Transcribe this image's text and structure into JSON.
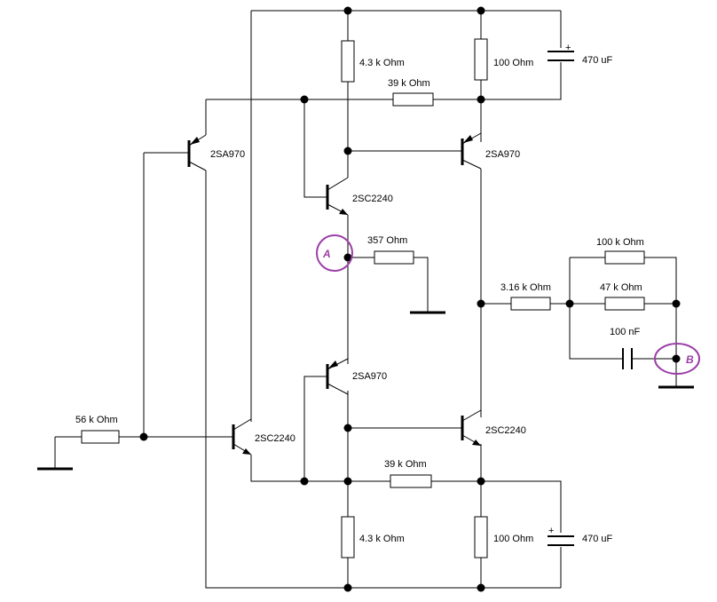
{
  "components": {
    "r_top_left": "4.3 k Ohm",
    "r_top_right": "100  Ohm",
    "c_top": "470 uF",
    "r_top_mid": "39 k Ohm",
    "q_top_far_left": "2SA970",
    "q_top_right": "2SA970",
    "q_upper_mid": "2SC2240",
    "r_node_a": "357  Ohm",
    "r_out": "3.16 k Ohm",
    "r_fb_top": "100 k Ohm",
    "r_fb_mid": "47 k Ohm",
    "c_fb": "100 nF",
    "q_lower_mid": "2SA970",
    "q_input": "2SC2240",
    "r_input": "56 k Ohm",
    "q_bottom_right": "2SC2240",
    "r_bottom_mid": "39 k Ohm",
    "r_bottom_left": "4.3 k Ohm",
    "r_bottom_right": "100  Ohm",
    "c_bottom": "470 uF",
    "c_polarity": "+"
  },
  "markers": {
    "a": "A",
    "b": "B"
  },
  "colors": {
    "wire": "#000000",
    "marker": "#9b3fa6"
  }
}
